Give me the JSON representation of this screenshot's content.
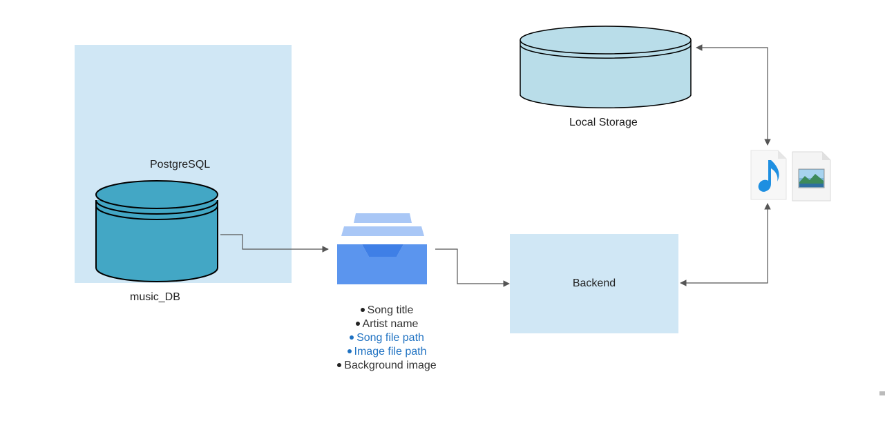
{
  "labels": {
    "postgres": "PostgreSQL",
    "database": "music_DB",
    "local_storage": "Local Storage",
    "backend": "Backend"
  },
  "fields": [
    {
      "text": "Song title",
      "style": "plain"
    },
    {
      "text": "Artist name",
      "style": "plain"
    },
    {
      "text": "Song file path",
      "style": "link"
    },
    {
      "text": "Image file path",
      "style": "link"
    },
    {
      "text": "Background image",
      "style": "plain"
    }
  ],
  "icons": {
    "database": "database-cylinder-icon",
    "storage": "storage-cylinder-icon",
    "inbox": "data-tray-icon",
    "audio": "audio-file-icon",
    "image": "image-file-icon"
  },
  "colors": {
    "panel": "#d0e7f5",
    "db_fill": "#43a7c5",
    "storage_fill": "#b9dde9",
    "tray_blue": "#5b95ee",
    "tray_light": "#a9c7f6",
    "link_text": "#1f72c2",
    "arrow": "#555555"
  }
}
